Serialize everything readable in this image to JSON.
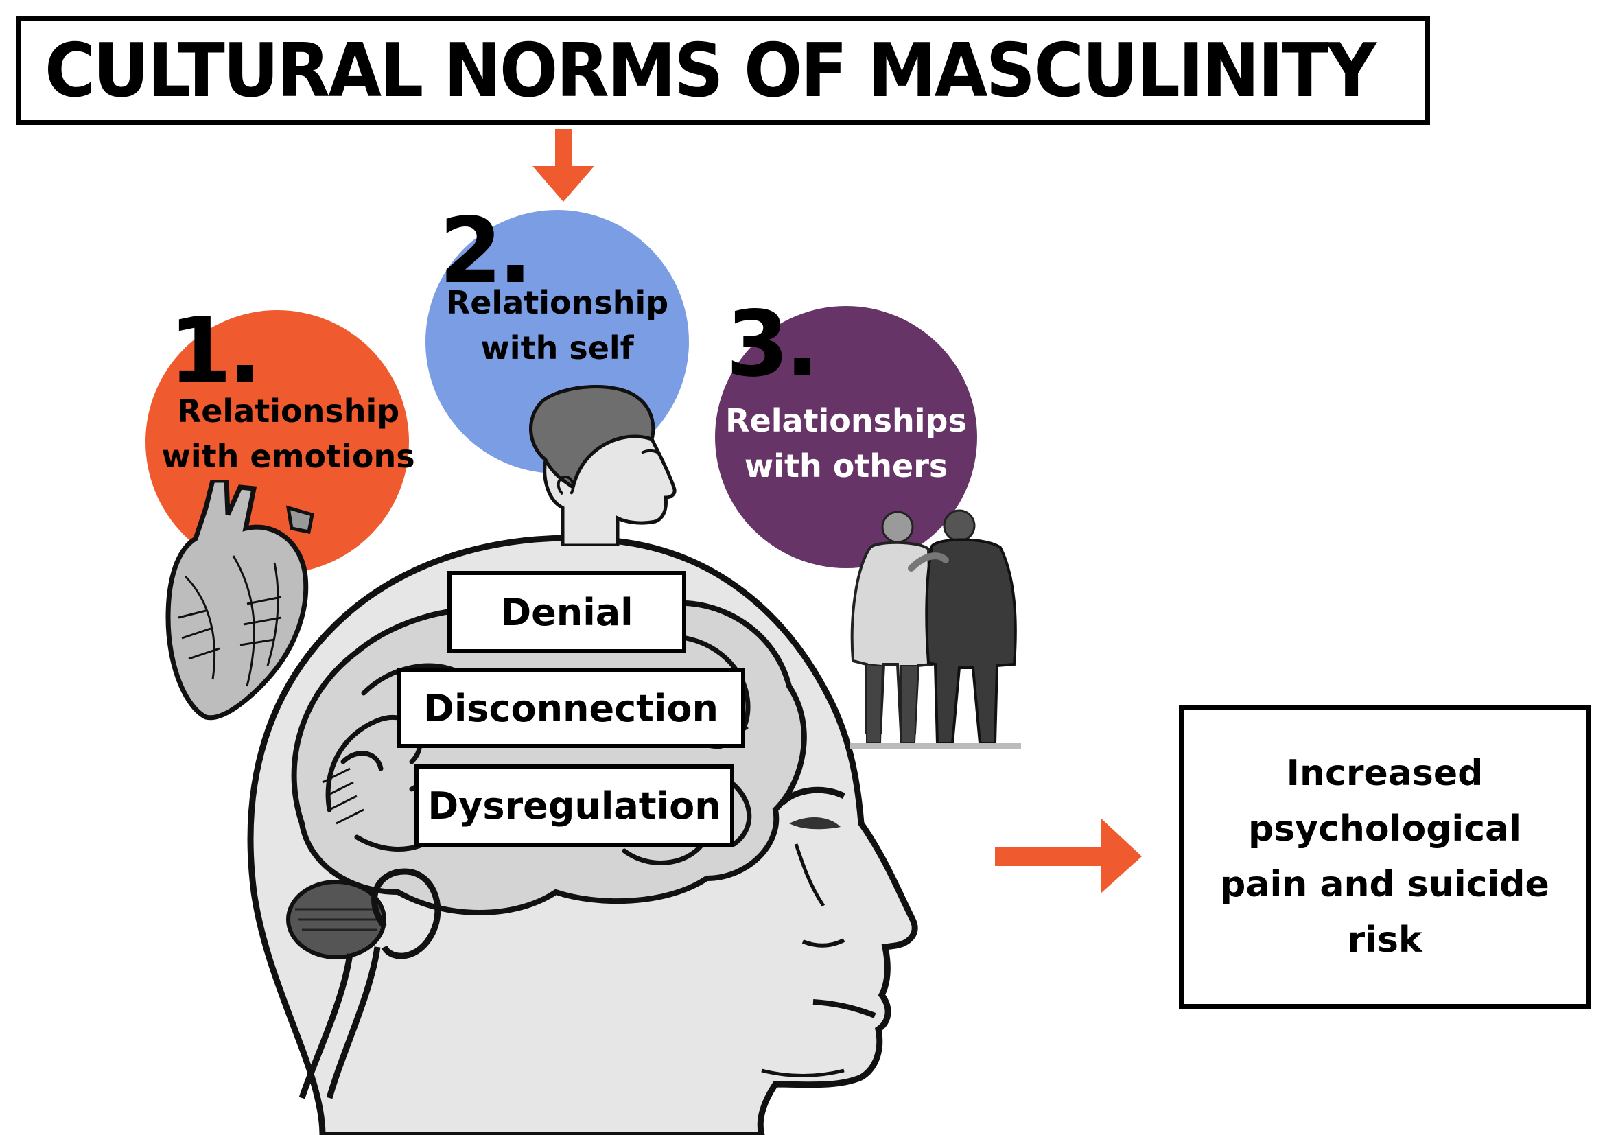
{
  "title": "CULTURAL NORMS OF MASCULINITY",
  "relationships": [
    {
      "number": "1.",
      "line1": "Relationship",
      "line2": "with emotions",
      "color": "#ef5a2f",
      "icon": "anatomical-heart-icon"
    },
    {
      "number": "2.",
      "line1": "Relationship",
      "line2": "with self",
      "color": "#7b9de4",
      "icon": "head-profile-icon"
    },
    {
      "number": "3.",
      "line1": "Relationships",
      "line2": "with others",
      "color": "#673467",
      "icon": "two-men-embracing-icon"
    }
  ],
  "brain_labels": [
    "Denial",
    "Disconnection",
    "Dysregulation"
  ],
  "outcome": "Increased psychological pain and suicide risk",
  "colors": {
    "arrow": "#ef5a2f",
    "outline": "#000000"
  }
}
